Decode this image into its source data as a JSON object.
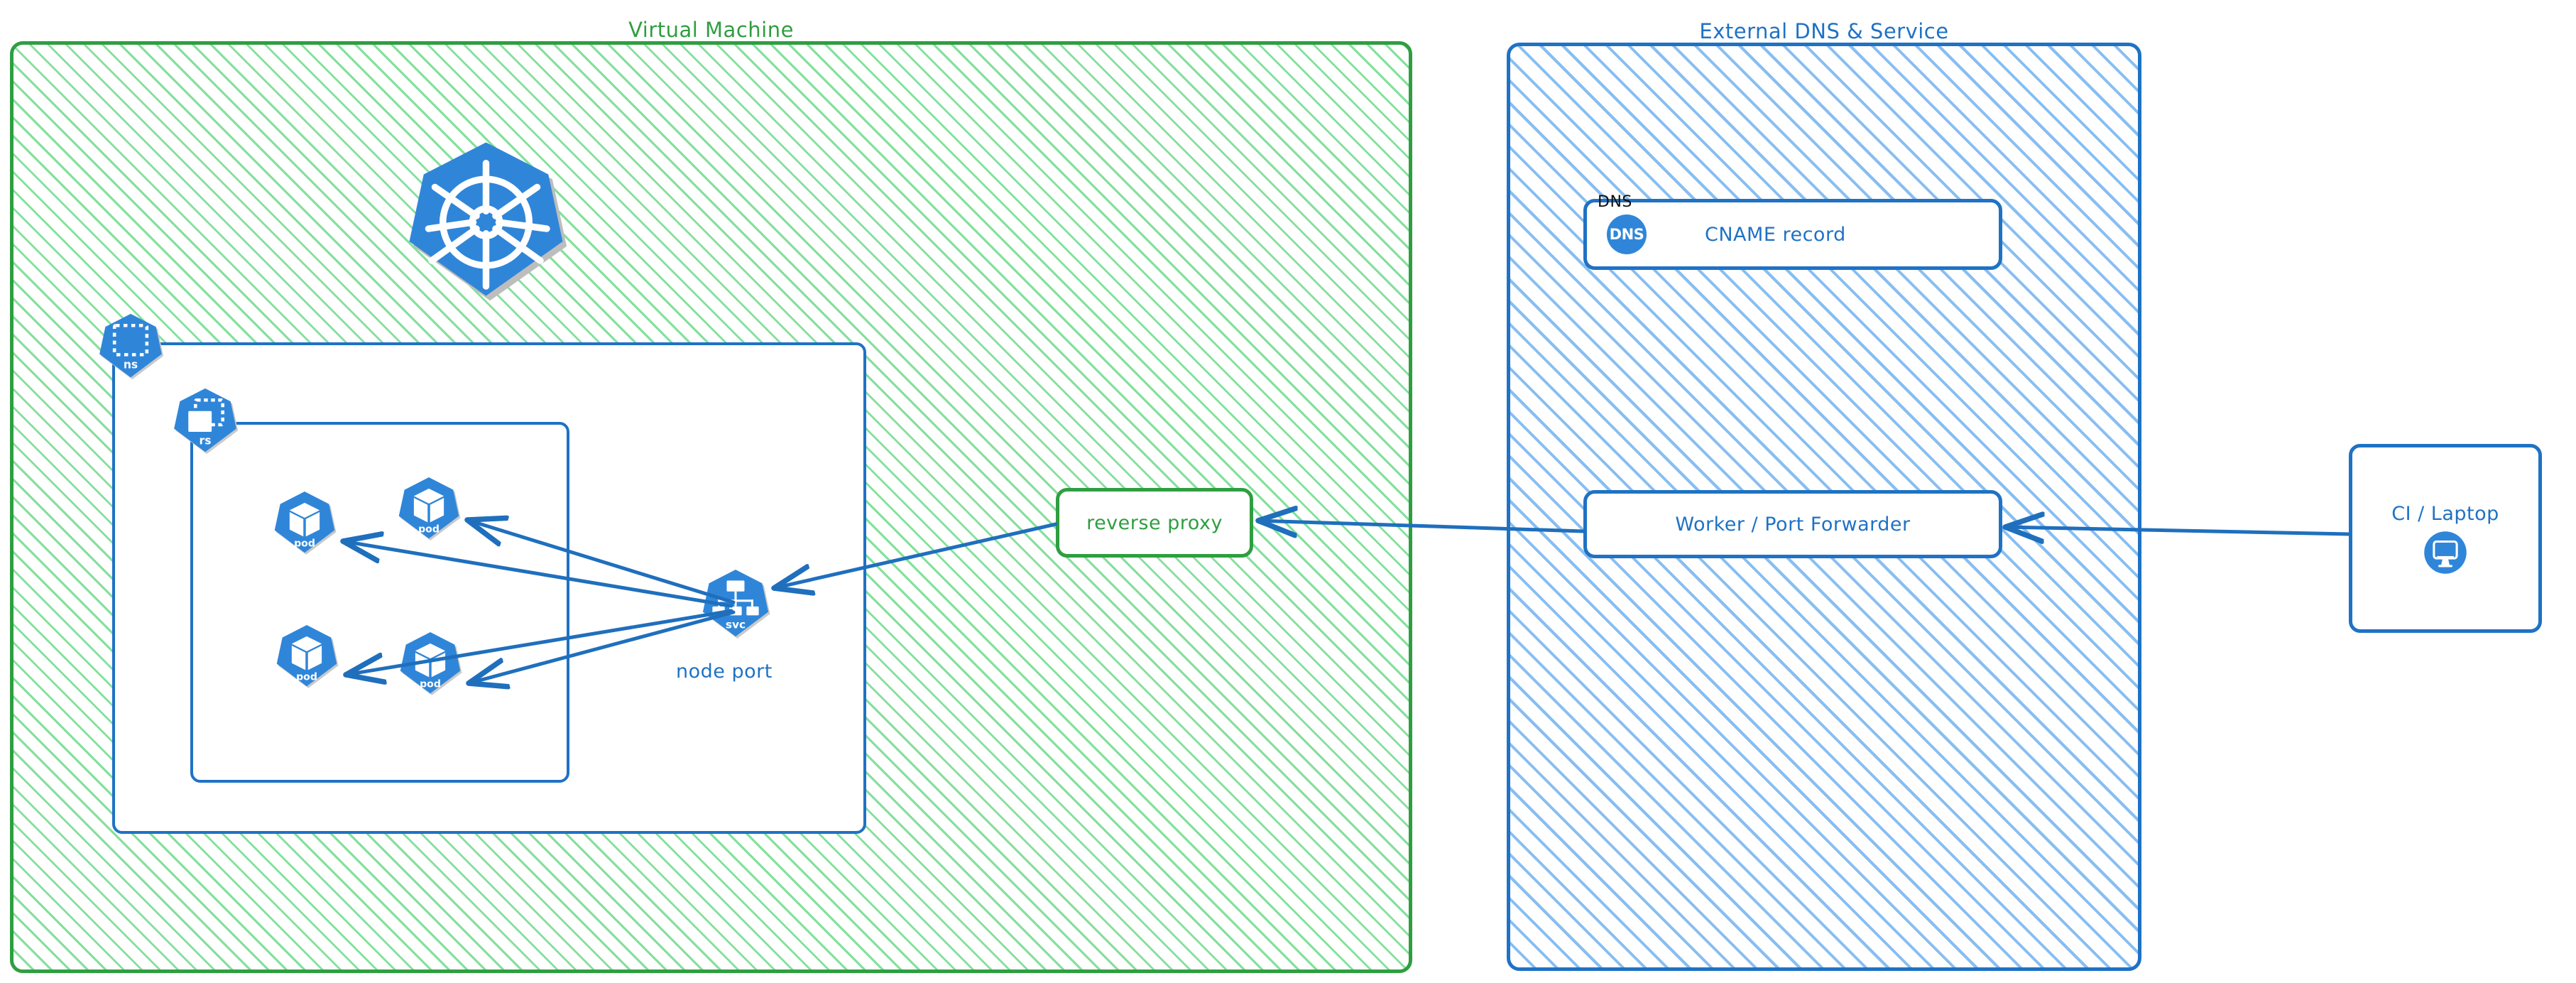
{
  "diagram": {
    "type": "architecture-diagram",
    "style": "hand-drawn excalidraw",
    "colors": {
      "green_stroke": "#2f9e41",
      "green_hatch": "#7ede96",
      "blue_stroke": "#1f72c4",
      "blue_hatch": "#82bbf0",
      "k8s_blue": "#2f86d9",
      "arrow": "#1f6fbd",
      "black": "#111111"
    }
  },
  "groups": {
    "virtual_machine": {
      "title": "Virtual Machine"
    },
    "external": {
      "title": "External DNS & Service"
    }
  },
  "vm": {
    "k8s_logo_name": "kubernetes-logo",
    "namespace": {
      "label": "ns",
      "icon": "k8s-namespace-icon"
    },
    "replicaset": {
      "label": "rs",
      "icon": "k8s-replicaset-icon"
    },
    "pods": [
      {
        "label": "pod",
        "icon": "k8s-pod-icon"
      },
      {
        "label": "pod",
        "icon": "k8s-pod-icon"
      },
      {
        "label": "pod",
        "icon": "k8s-pod-icon"
      },
      {
        "label": "pod",
        "icon": "k8s-pod-icon"
      }
    ],
    "service": {
      "label": "svc",
      "icon": "k8s-service-icon",
      "caption": "node port"
    },
    "reverse_proxy": {
      "label": "reverse proxy"
    }
  },
  "external": {
    "dns_card": {
      "tag": "DNS",
      "badge": "DNS",
      "label": "CNAME record"
    },
    "worker": {
      "label": "Worker / Port Forwarder"
    }
  },
  "client": {
    "label": "CI / Laptop",
    "icon": "desktop-monitor-icon"
  },
  "connections": [
    {
      "from": "svc",
      "to": "pod-1",
      "direction": "to"
    },
    {
      "from": "svc",
      "to": "pod-2",
      "direction": "to"
    },
    {
      "from": "svc",
      "to": "pod-3",
      "direction": "to"
    },
    {
      "from": "svc",
      "to": "pod-4",
      "direction": "to"
    },
    {
      "from": "reverse-proxy",
      "to": "svc",
      "direction": "to"
    },
    {
      "from": "worker",
      "to": "reverse-proxy",
      "direction": "to"
    },
    {
      "from": "ci-laptop",
      "to": "worker",
      "direction": "to"
    }
  ]
}
